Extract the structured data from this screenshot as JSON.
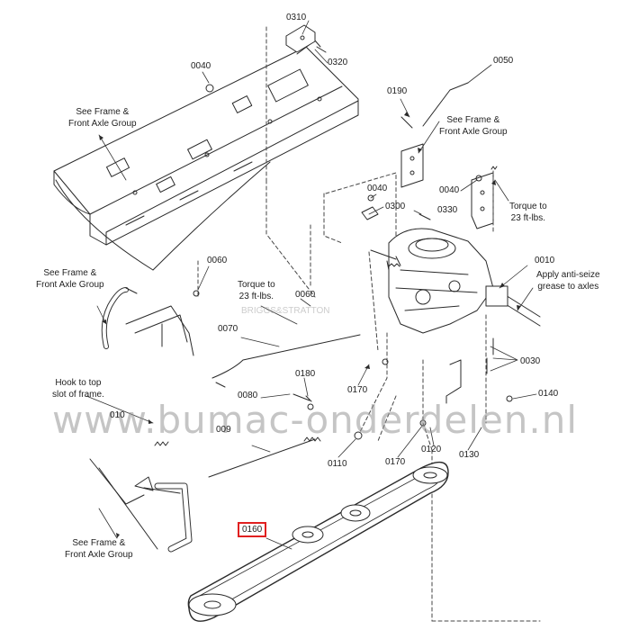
{
  "parts": {
    "p0310": "0310",
    "p0320": "0320",
    "p0040a": "0040",
    "p0050": "0050",
    "p0190": "0190",
    "p0040b": "0040",
    "p0040c": "0040",
    "p0300": "0300",
    "p0330": "0330",
    "p0010": "0010",
    "p0060a": "0060",
    "p0060b": "0060",
    "p0070": "0070",
    "p0180": "0180",
    "p0080": "0080",
    "p0170a": "0170",
    "p0030": "0030",
    "p0140": "0140",
    "p0100": "010",
    "p0090": "009",
    "p0110": "0110",
    "p0170b": "0170",
    "p0120": "0120",
    "p0130": "0130",
    "p0160": "0160"
  },
  "notes": {
    "frame_top_1": "See Frame &",
    "frame_top_2": "Front Axle Group",
    "frame_right_1": "See Frame &",
    "frame_right_2": "Front Axle Group",
    "frame_left_1": "See Frame &",
    "frame_left_2": "Front Axle Group",
    "frame_bottom_1": "See Frame &",
    "frame_bottom_2": "Front Axle Group",
    "torque_right_1": "Torque to",
    "torque_right_2": "23 ft-lbs.",
    "torque_mid_1": "Torque to",
    "torque_mid_2": "23 ft-lbs.",
    "anti_seize_1": "Apply anti-seize",
    "anti_seize_2": "grease to axles",
    "hook_1": "Hook to top",
    "hook_2": "slot of frame."
  },
  "watermark": "www.bumac-onderdelen.nl",
  "stamp": "BRIGGS&STRATTON",
  "colors": {
    "line": "#2a2a2a",
    "highlight": "#e02020",
    "watermark": "#969696"
  }
}
